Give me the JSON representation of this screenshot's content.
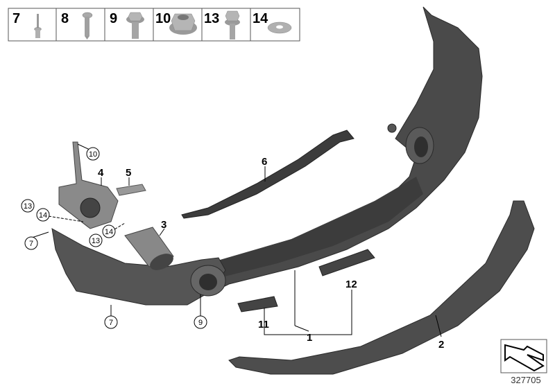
{
  "legend": [
    {
      "label": "7",
      "part": "rivet"
    },
    {
      "label": "8",
      "part": "screw"
    },
    {
      "label": "9",
      "part": "hex-bolt"
    },
    {
      "label": "10",
      "part": "hex-nut"
    },
    {
      "label": "13",
      "part": "hex-bolt"
    },
    {
      "label": "14",
      "part": "washer"
    }
  ],
  "callouts": {
    "c1": "1",
    "c2": "2",
    "c3": "3",
    "c4": "4",
    "c5": "5",
    "c6": "6",
    "c11": "11",
    "c12": "12",
    "circ10": "10",
    "circ13a": "13",
    "circ14a": "14",
    "circ7a": "7",
    "circ13b": "13",
    "circ14b": "14",
    "circ7b": "7",
    "circ9": "9"
  },
  "reference_number": "327705",
  "colors": {
    "part_dark": "#4a4a4a",
    "part_mid": "#6b6b6b",
    "hardware": "#a8a8a8"
  }
}
